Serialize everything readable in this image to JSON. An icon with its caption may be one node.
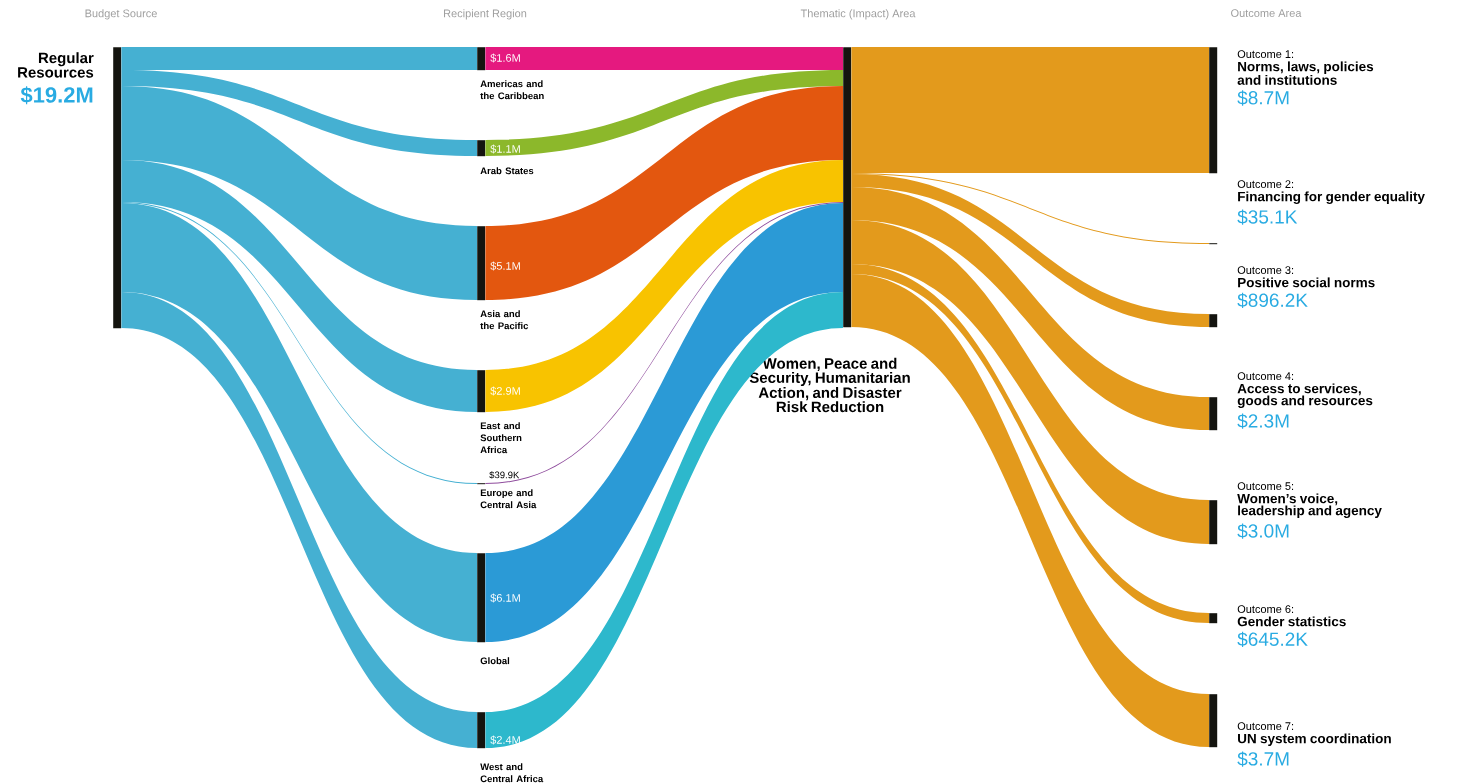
{
  "diagram": {
    "nodes": [
      {
        "text": [
          "Regular Resources",
          "$19.2M"
        ]
      },
      {
        "text": [
          "Americas and the Caribbean"
        ],
        "beside": [
          "$1.6M"
        ]
      },
      {
        "text": [
          "Arab States"
        ],
        "beside": [
          "$1.1M"
        ]
      },
      {
        "text": [
          "Asia and the Pacific"
        ],
        "beside": [
          "$5.1M"
        ]
      },
      {
        "text": [
          "East and Southern Africa"
        ],
        "beside": [
          "$2.9M"
        ]
      },
      {
        "text": [
          "Europe and Central Asia"
        ],
        "beside": [
          "$39.9K"
        ]
      },
      {
        "text": [
          "Global"
        ],
        "beside": [
          "$6.1M"
        ]
      },
      {
        "text": [
          "West and Central Africa"
        ],
        "beside": [
          "$2.4M"
        ]
      },
      {
        "text": [
          "Women, Peace and Security, Humanitarian Action, and Disaster Risk Reduction"
        ]
      },
      {
        "text": [
          "Outcome 1:",
          "Norms, laws, policies and institutions",
          "$8.7M"
        ]
      },
      {
        "text": [
          "Outcome 2:",
          "Financing for gender equality",
          "$35.1K"
        ]
      },
      {
        "text": [
          "Outcome 3:",
          "Positive social norms",
          "$896.2K"
        ]
      },
      {
        "text": [
          "Outcome 4:",
          "Access to services, goods and resources",
          "$2.3M"
        ]
      },
      {
        "text": [
          "Outcome 5:",
          "Women’s voice, leadership and agency",
          "$3.0M"
        ]
      },
      {
        "text": [
          "Outcome 6:",
          "Gender statistics",
          "$645.2K"
        ]
      },
      {
        "text": [
          "Outcome 7:",
          "UN system coordination",
          "$3.7M"
        ]
      }
    ],
    "edges": [
      {
        "from": 0,
        "to": 1,
        "arrow": "none"
      },
      {
        "from": 0,
        "to": 2,
        "arrow": "none"
      },
      {
        "from": 0,
        "to": 3,
        "arrow": "none"
      },
      {
        "from": 0,
        "to": 4,
        "arrow": "none"
      },
      {
        "from": 0,
        "to": 5,
        "arrow": "none"
      },
      {
        "from": 0,
        "to": 6,
        "arrow": "none"
      },
      {
        "from": 0,
        "to": 7,
        "arrow": "none"
      },
      {
        "from": 1,
        "to": 8,
        "arrow": "none",
        "color": "#e5197f"
      },
      {
        "from": 2,
        "to": 8,
        "arrow": "none",
        "color": "#8cb82b"
      },
      {
        "from": 3,
        "to": 8,
        "arrow": "none",
        "color": "#e3570f"
      },
      {
        "from": 4,
        "to": 8,
        "arrow": "none",
        "color": "#f8c300"
      },
      {
        "from": 5,
        "to": 8,
        "arrow": "none",
        "color": "#8e4b9c"
      },
      {
        "from": 6,
        "to": 8,
        "arrow": "none",
        "color": "#2b9ad6"
      },
      {
        "from": 7,
        "to": 8,
        "arrow": "none",
        "color": "#2db8cc"
      },
      {
        "from": 8,
        "to": 9,
        "arrow": "none"
      },
      {
        "from": 8,
        "to": 10,
        "arrow": "none"
      },
      {
        "from": 8,
        "to": 11,
        "arrow": "none"
      },
      {
        "from": 8,
        "to": 12,
        "arrow": "none"
      },
      {
        "from": 8,
        "to": 13,
        "arrow": "none"
      },
      {
        "from": 8,
        "to": 14,
        "arrow": "none"
      },
      {
        "from": 8,
        "to": 15,
        "arrow": "none"
      }
    ],
    "labels": [
      "Budget Source",
      "Recipient Region",
      "Thematic (Impact) Area",
      "Outcome Area"
    ]
  }
}
